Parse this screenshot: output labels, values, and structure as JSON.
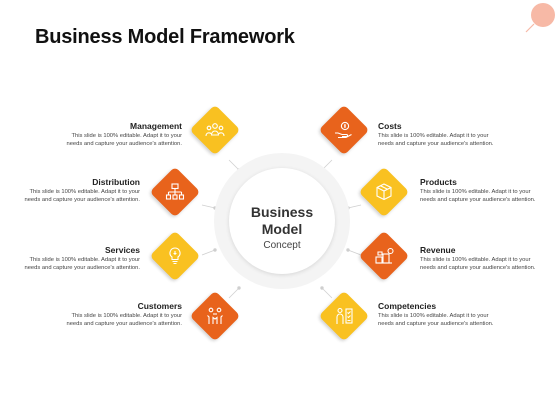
{
  "title": "Business Model Framework",
  "center": {
    "title_line1": "Business",
    "title_line2": "Model",
    "subtitle": "Concept"
  },
  "colors": {
    "yellow": "#f9c121",
    "orange": "#e8631c",
    "ring": "#f4f4f4",
    "deco": "#f7b9a6"
  },
  "items": [
    {
      "heading": "Management",
      "color": "yellow",
      "icon": "team-icon",
      "description": "This slide is 100% editable.  Adapt it to your needs and capture your audience's attention."
    },
    {
      "heading": "Distribution",
      "color": "orange",
      "icon": "org-chart-icon",
      "description": "This slide is 100% editable.  Adapt it to your needs and capture your audience's attention."
    },
    {
      "heading": "Services",
      "color": "yellow",
      "icon": "bulb-icon",
      "description": "This slide is 100% editable.  Adapt it to your needs and capture your audience's attention."
    },
    {
      "heading": "Customers",
      "color": "orange",
      "icon": "handshake-icon",
      "description": "This slide is 100% editable.  Adapt it to your needs and capture your audience's attention."
    },
    {
      "heading": "Costs",
      "color": "orange",
      "icon": "hand-coin-icon",
      "description": "This slide is 100% editable.  Adapt it to your needs and capture your audience's attention."
    },
    {
      "heading": "Products",
      "color": "yellow",
      "icon": "box-icon",
      "description": "This slide is 100% editable.  Adapt it to your needs and capture your audience's attention."
    },
    {
      "heading": "Revenue",
      "color": "orange",
      "icon": "money-stack-icon",
      "description": "This slide is 100% editable.  Adapt it to your needs and capture your audience's attention."
    },
    {
      "heading": "Competencies",
      "color": "yellow",
      "icon": "people-check-icon",
      "description": "This slide is 100% editable.  Adapt it to your needs and capture your audience's attention."
    }
  ]
}
